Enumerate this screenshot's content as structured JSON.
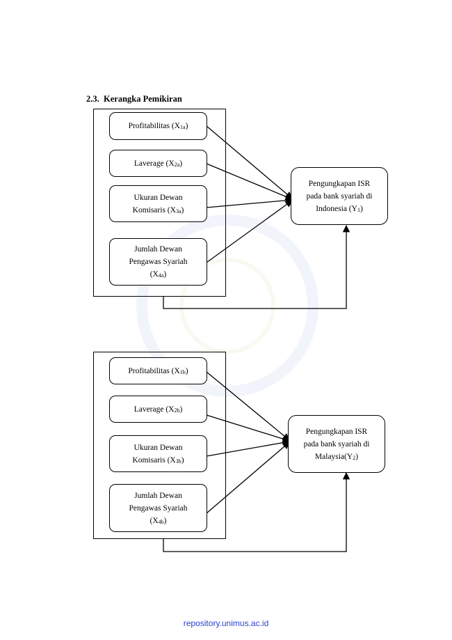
{
  "section": {
    "number": "2.3.",
    "title": "Kerangka Pemikiran"
  },
  "diagram_top": {
    "variables": [
      {
        "text": "Profitabilitas (X",
        "sub": "1a",
        "close": ")"
      },
      {
        "text": "Laverage (X",
        "sub": "2a",
        "close": ")"
      },
      {
        "line1": "Ukuran Dewan",
        "text": "Komisaris (X",
        "sub": "3a",
        "close": ")"
      },
      {
        "line1": "Jumlah Dewan",
        "line2": "Pengawas Syariah",
        "text": "(X",
        "sub": "4a",
        "close": ")"
      }
    ],
    "target": {
      "line1": "Pengungkapan ISR",
      "line2": "pada bank syariah di",
      "text": "Indonesia (Y",
      "sub": "1",
      "close": ")"
    }
  },
  "diagram_bottom": {
    "variables": [
      {
        "text": "Profitabilitas (X",
        "sub": "1b",
        "close": ")"
      },
      {
        "text": "Laverage (X",
        "sub": "2b",
        "close": ")"
      },
      {
        "line1": "Ukuran Dewan",
        "text": "Komisaris (X",
        "sub": "3b",
        "close": ")"
      },
      {
        "line1": "Jumlah Dewan",
        "line2": "Pengawas Syariah",
        "text": "(X",
        "sub": "4b",
        "close": ")"
      }
    ],
    "target": {
      "line1": "Pengungkapan ISR",
      "line2": "pada bank syariah di",
      "text": "Malaysia(Y",
      "sub": "2",
      "close": ")"
    }
  },
  "footer": {
    "source": "repository.unimus.ac.id"
  },
  "colors": {
    "footer_link": "#2a3fd0",
    "watermark": "#7896dc"
  }
}
